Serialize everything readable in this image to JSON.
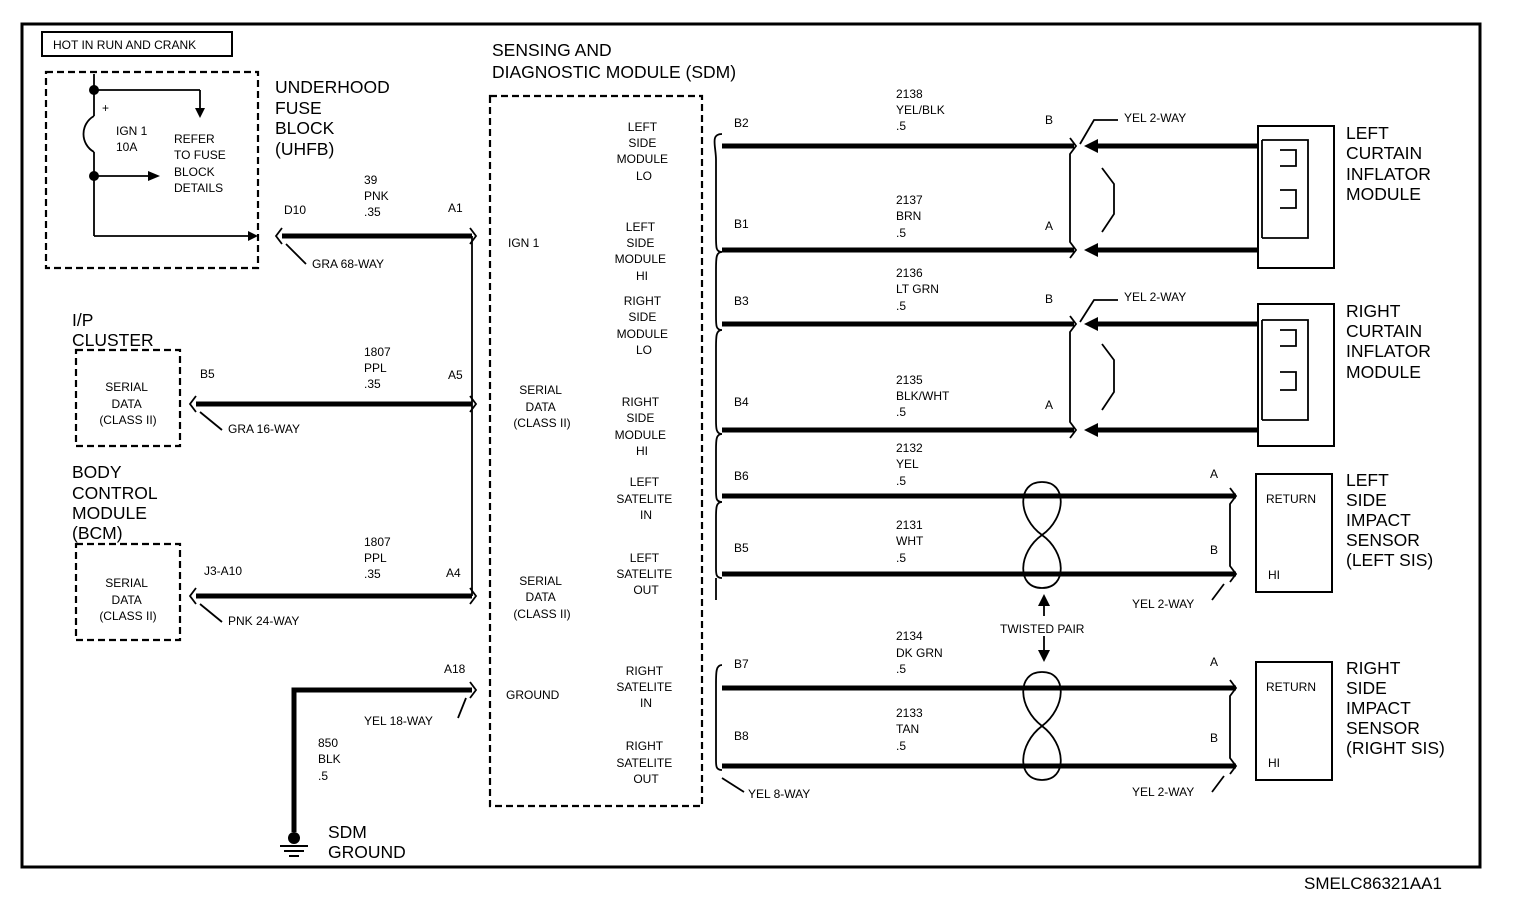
{
  "header": {
    "power_note": "HOT IN RUN AND CRANK",
    "diagram_code": "SMELC86321AA1"
  },
  "uhfb": {
    "title_lines": [
      "UNDERHOOD",
      "FUSE",
      "BLOCK",
      "(UHFB)"
    ],
    "fuse_name": "IGN 1",
    "fuse_rating": "10A",
    "refer_lines": [
      "REFER",
      "TO FUSE",
      "BLOCK",
      "DETAILS"
    ],
    "pin": "D10",
    "connector": "GRA 68-WAY"
  },
  "ip_cluster": {
    "title_lines": [
      "I/P",
      "CLUSTER"
    ],
    "box_lines": [
      "SERIAL",
      "DATA",
      "(CLASS II)"
    ],
    "pin": "B5",
    "connector": "GRA 16-WAY"
  },
  "bcm": {
    "title_lines": [
      "BODY",
      "CONTROL",
      "MODULE",
      "(BCM)"
    ],
    "box_lines": [
      "SERIAL",
      "DATA",
      "(CLASS II)"
    ],
    "pin": "J3-A10",
    "connector": "PNK 24-WAY"
  },
  "left_circuits": {
    "ign": {
      "circuit": "39",
      "color": "PNK",
      "gauge": ".35",
      "sdm_pin": "A1"
    },
    "cluster": {
      "circuit": "1807",
      "color": "PPL",
      "gauge": ".35",
      "sdm_pin": "A5"
    },
    "bcm": {
      "circuit": "1807",
      "color": "PPL",
      "gauge": ".35",
      "sdm_pin": "A4"
    },
    "ground": {
      "circuit": "850",
      "color": "BLK",
      "gauge": ".5",
      "sdm_pin": "A18",
      "connector": "YEL 18-WAY"
    }
  },
  "ground": {
    "label_lines": [
      "SDM",
      "GROUND"
    ]
  },
  "sdm": {
    "title_lines": [
      "SENSING AND",
      "DIAGNOSTIC MODULE (SDM)"
    ],
    "inputs": {
      "ign": "IGN 1",
      "serial1": [
        "SERIAL",
        "DATA",
        "(CLASS II)"
      ],
      "serial2": [
        "SERIAL",
        "DATA",
        "(CLASS II)"
      ],
      "ground": "GROUND"
    },
    "outputs": [
      [
        "LEFT",
        "SIDE",
        "MODULE",
        "LO"
      ],
      [
        "LEFT",
        "SIDE",
        "MODULE",
        "HI"
      ],
      [
        "RIGHT",
        "SIDE",
        "MODULE",
        "LO"
      ],
      [
        "RIGHT",
        "SIDE",
        "MODULE",
        "HI"
      ],
      [
        "LEFT",
        "SATELITE",
        "IN"
      ],
      [
        "LEFT",
        "SATELITE",
        "OUT"
      ],
      [
        "RIGHT",
        "SATELITE",
        "IN"
      ],
      [
        "RIGHT",
        "SATELITE",
        "OUT"
      ]
    ],
    "connector": "YEL 8-WAY"
  },
  "right_wires": [
    {
      "pin": "B2",
      "circuit": "2138",
      "color": "YEL/BLK",
      "gauge": ".5",
      "term": "B"
    },
    {
      "pin": "B1",
      "circuit": "2137",
      "color": "BRN",
      "gauge": ".5",
      "term": "A"
    },
    {
      "pin": "B3",
      "circuit": "2136",
      "color": "LT GRN",
      "gauge": ".5",
      "term": "B"
    },
    {
      "pin": "B4",
      "circuit": "2135",
      "color": "BLK/WHT",
      "gauge": ".5",
      "term": "A"
    },
    {
      "pin": "B6",
      "circuit": "2132",
      "color": "YEL",
      "gauge": ".5",
      "term": "A"
    },
    {
      "pin": "B5",
      "circuit": "2131",
      "color": "WHT",
      "gauge": ".5",
      "term": "B"
    },
    {
      "pin": "B7",
      "circuit": "2134",
      "color": "DK GRN",
      "gauge": ".5",
      "term": "A"
    },
    {
      "pin": "B8",
      "circuit": "2133",
      "color": "TAN",
      "gauge": ".5",
      "term": "B"
    }
  ],
  "twisted_pair": "TWISTED PAIR",
  "devices": {
    "left_curtain": {
      "lines": [
        "LEFT",
        "CURTAIN",
        "INFLATOR",
        "MODULE"
      ],
      "connector": "YEL 2-WAY"
    },
    "right_curtain": {
      "lines": [
        "RIGHT",
        "CURTAIN",
        "INFLATOR",
        "MODULE"
      ],
      "connector": "YEL 2-WAY"
    },
    "left_sensor": {
      "lines": [
        "LEFT",
        "SIDE",
        "IMPACT",
        "SENSOR",
        "(LEFT SIS)"
      ],
      "return": "RETURN",
      "hi": "HI",
      "connector": "YEL 2-WAY"
    },
    "right_sensor": {
      "lines": [
        "RIGHT",
        "SIDE",
        "IMPACT",
        "SENSOR",
        "(RIGHT SIS)"
      ],
      "return": "RETURN",
      "hi": "HI",
      "connector": "YEL 2-WAY"
    }
  }
}
